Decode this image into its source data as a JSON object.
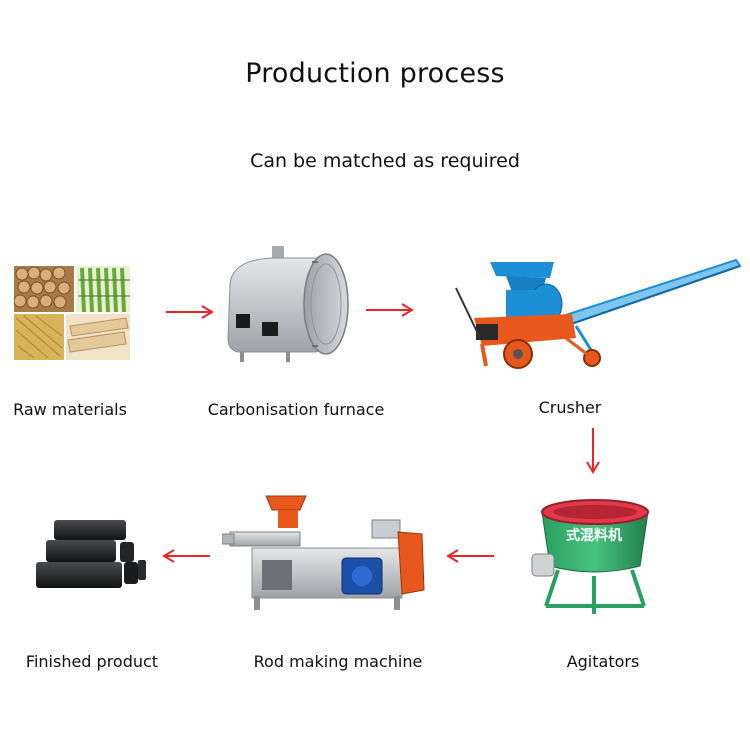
{
  "title": "Production process",
  "subtitle": "Can be matched as required",
  "stages": [
    {
      "label": "Raw materials",
      "icon": "raw-materials-image"
    },
    {
      "label": "Carbonisation furnace",
      "icon": "carbonisation-furnace-image"
    },
    {
      "label": "Crusher",
      "icon": "crusher-image"
    },
    {
      "label": "Agitators",
      "icon": "agitator-image"
    },
    {
      "label": "Rod making machine",
      "icon": "rod-making-machine-image"
    },
    {
      "label": "Finished product",
      "icon": "charcoal-briquettes-image"
    }
  ],
  "agitator_drum_text": "式混料机",
  "colors": {
    "arrow": "#e8262a",
    "machine_blue": "#1d8fd6",
    "machine_orange": "#e8581c",
    "machine_green": "#2e9a5c",
    "furnace_gray": "#b9bcc0"
  }
}
